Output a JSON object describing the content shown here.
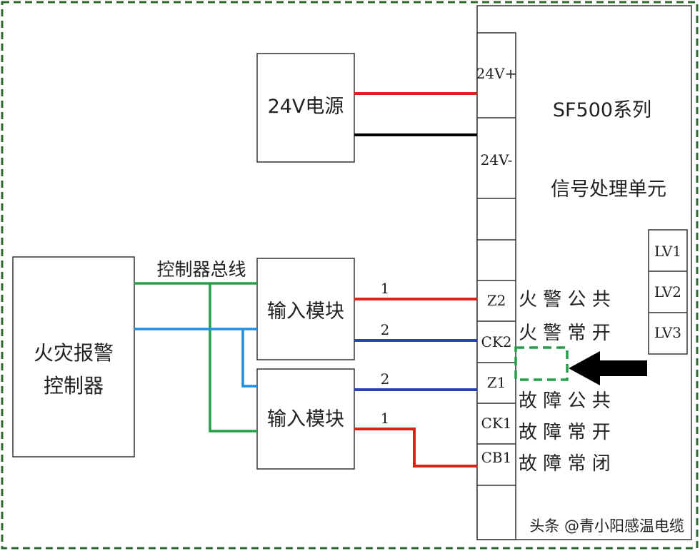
{
  "colors": {
    "border": "#2e6b2e",
    "red": "#e0201a",
    "blue": "#2a3fb8",
    "lightblue": "#1f8fe0",
    "green": "#22a048",
    "black": "#000000",
    "dash_green": "#22a048"
  },
  "boxes": {
    "power_supply": "24V电源",
    "fire_controller_line1": "火灾报警",
    "fire_controller_line2": "控制器",
    "input_module_1": "输入模块",
    "input_module_2": "输入模块",
    "sf500_line1": "SF500系列",
    "sf500_line2": "信号处理单元"
  },
  "bus_label": "控制器总线",
  "terminals": {
    "t_24v_plus": "24V+",
    "t_24v_minus": "24V-",
    "t_z2": "Z2",
    "t_ck2": "CK2",
    "t_z1": "Z1",
    "t_ck1": "CK1",
    "t_cb1": "CB1"
  },
  "wire_numbers": {
    "upper_red": "1",
    "upper_blue": "2",
    "lower_blue": "2",
    "lower_red": "1"
  },
  "relay_labels": {
    "fire_common": "火 警 公 共",
    "fire_no": "火 警 常 开",
    "fault_common": "故 障 公 共",
    "fault_no": "故 障 常 开",
    "fault_nc": "故 障 常 闭"
  },
  "lv_labels": [
    "LV1",
    "LV2",
    "LV3"
  ],
  "watermark": "头条 @青小阳感温电缆",
  "arrow_icon": "left-arrow-icon"
}
